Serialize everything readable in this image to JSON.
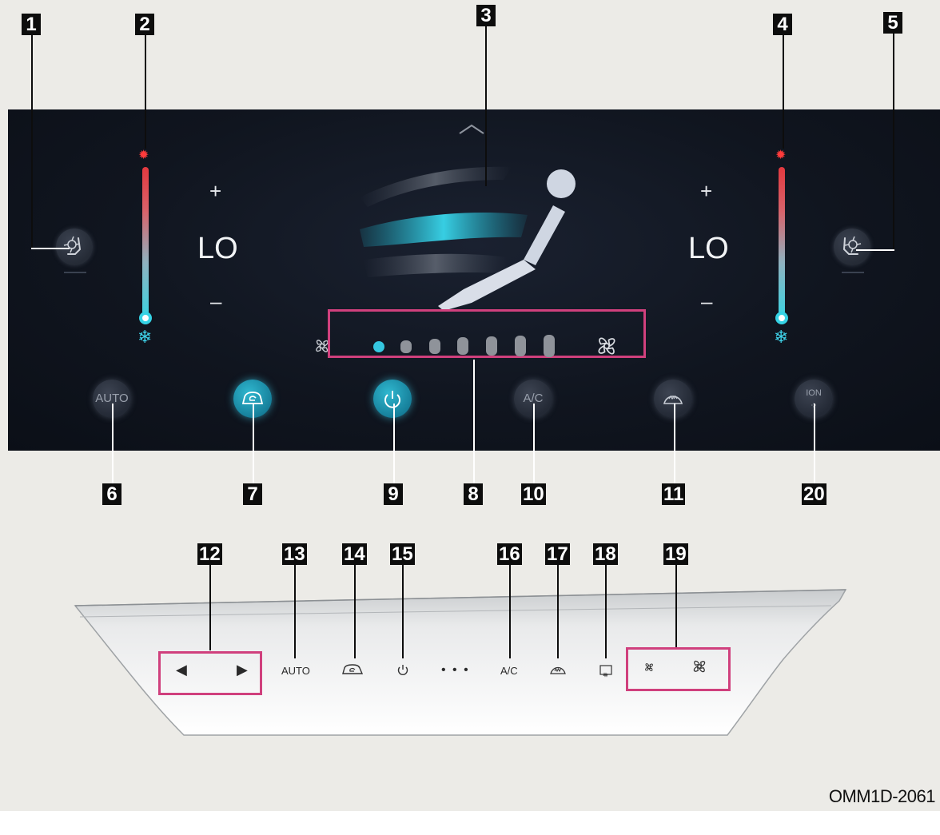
{
  "screen": {
    "left_temp": "LO",
    "right_temp": "LO",
    "plus_symbol": "+",
    "minus_symbol": "–",
    "buttons": {
      "auto": "AUTO",
      "ac": "A/C",
      "ion": "ION"
    },
    "fan_levels_total": 7,
    "fan_level_active": 1,
    "colors": {
      "accent": "#35d2e4",
      "hot": "#e3393f",
      "highlight": "#d0407d"
    }
  },
  "panel": {
    "auto_label": "AUTO",
    "ac_label": "A/C",
    "dots_label": "• • •",
    "left_arrow": "◀",
    "right_arrow": "▶"
  },
  "callouts": [
    "1",
    "2",
    "3",
    "4",
    "5",
    "6",
    "7",
    "9",
    "8",
    "10",
    "11",
    "20",
    "12",
    "13",
    "14",
    "15",
    "16",
    "17",
    "18",
    "19"
  ],
  "reference_code": "OMM1D-2061"
}
